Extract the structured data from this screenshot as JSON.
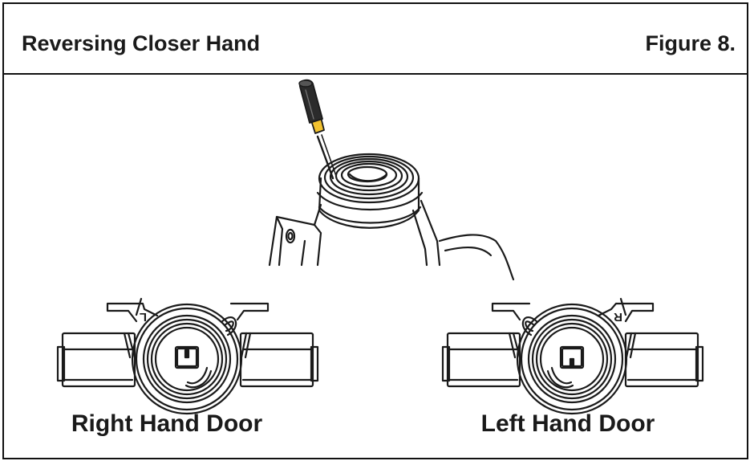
{
  "header": {
    "title": "Reversing Closer Hand",
    "figure_label": "Figure 8."
  },
  "captions": {
    "right_hand": "Right Hand Door",
    "left_hand": "Left Hand Door"
  },
  "spring_marks": {
    "right_hand": "L",
    "left_hand": "R"
  },
  "colors": {
    "ink": "#1a1a1a",
    "handle": "#2b2b2b",
    "ferrule": "#f2c230"
  }
}
